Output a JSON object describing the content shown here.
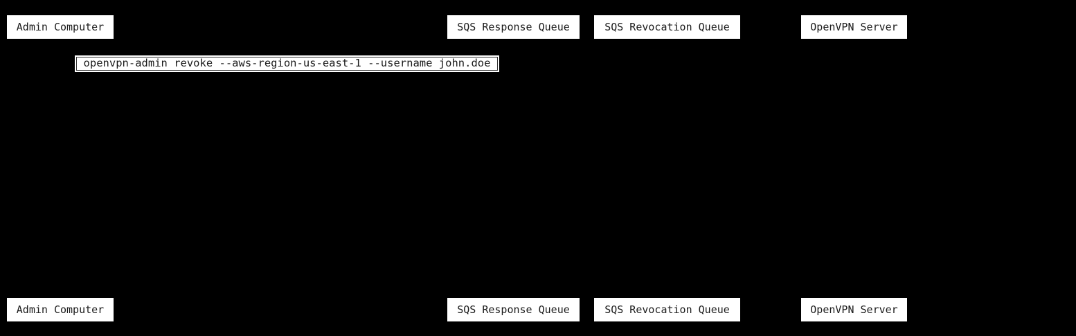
{
  "diagram_type": "sequence-diagram",
  "colors": {
    "background": "#000000",
    "box_fill": "#ffffff",
    "text": "#1a1a1a",
    "message_border": "#333333"
  },
  "participants": [
    {
      "id": "admin-computer",
      "label": "Admin Computer"
    },
    {
      "id": "sqs-response-queue",
      "label": "SQS Response Queue"
    },
    {
      "id": "sqs-revocation-queue",
      "label": "SQS Revocation Queue"
    },
    {
      "id": "openvpn-server",
      "label": "OpenVPN Server"
    }
  ],
  "messages": [
    {
      "text": "openvpn-admin revoke --aws-region-us-east-1 --username john.doe"
    }
  ]
}
